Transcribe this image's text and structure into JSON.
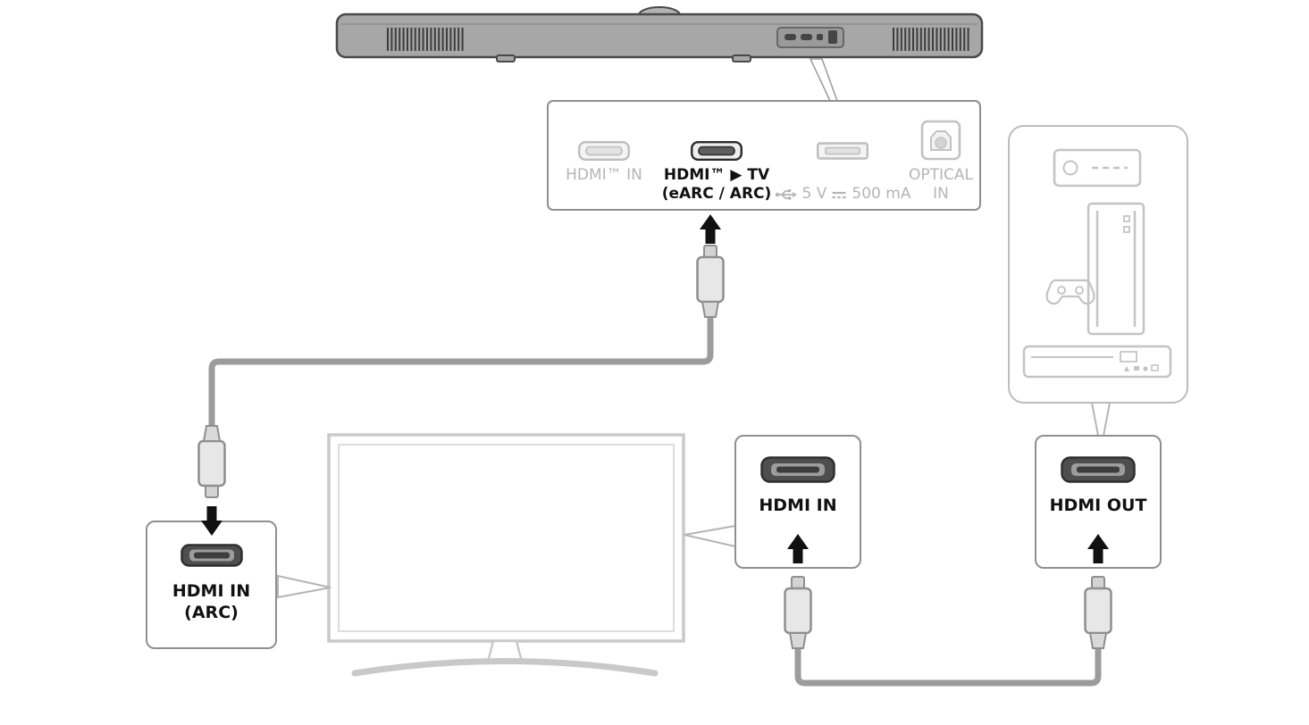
{
  "ports_panel": {
    "hdmi_in": {
      "label": "HDMI™ IN",
      "state": "inactive"
    },
    "hdmi_tv": {
      "label": "HDMI™ ▶ TV",
      "sublabel": "(eARC / ARC)",
      "state": "active"
    },
    "usb": {
      "power_prefix": "5 V",
      "power_suffix": "500 mA",
      "power_symbol_icon": "dc-symbol",
      "state": "inactive"
    },
    "optical": {
      "label": "OPTICAL",
      "sublabel": "IN",
      "state": "inactive"
    }
  },
  "arc_panel": {
    "label": "HDMI IN",
    "sublabel": "(ARC)"
  },
  "tv_hdmi_in_panel": {
    "label": "HDMI IN"
  },
  "device_hdmi_out_panel": {
    "label": "HDMI OUT"
  },
  "device_icons": [
    "set-top-box",
    "game-console",
    "blu-ray-player"
  ],
  "colors": {
    "inactive_gray": "#b5b5b5",
    "label_black": "#111111",
    "cable_gray": "#9c9c9c",
    "panel_border": "#8f8f8f",
    "tv_outline": "#c9c9c9",
    "soundbar_body": "#a7a7a7",
    "arrow_black": "#111111"
  }
}
